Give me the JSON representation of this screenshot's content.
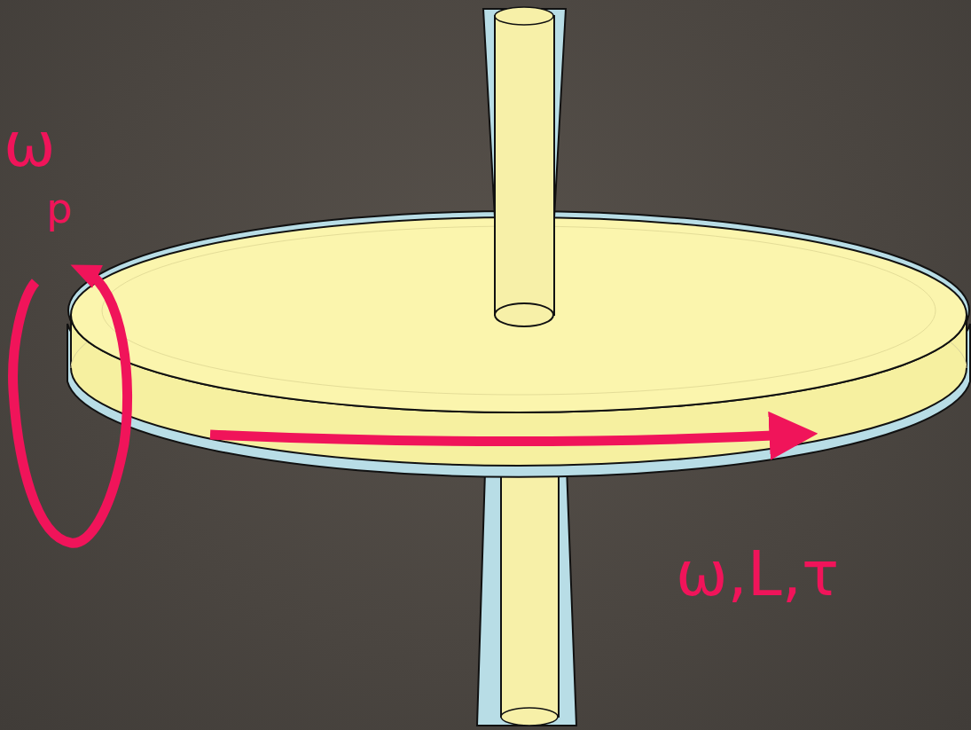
{
  "diagram": {
    "labels": [
      "ω",
      "p",
      "ω,L,τ"
    ]
  }
}
